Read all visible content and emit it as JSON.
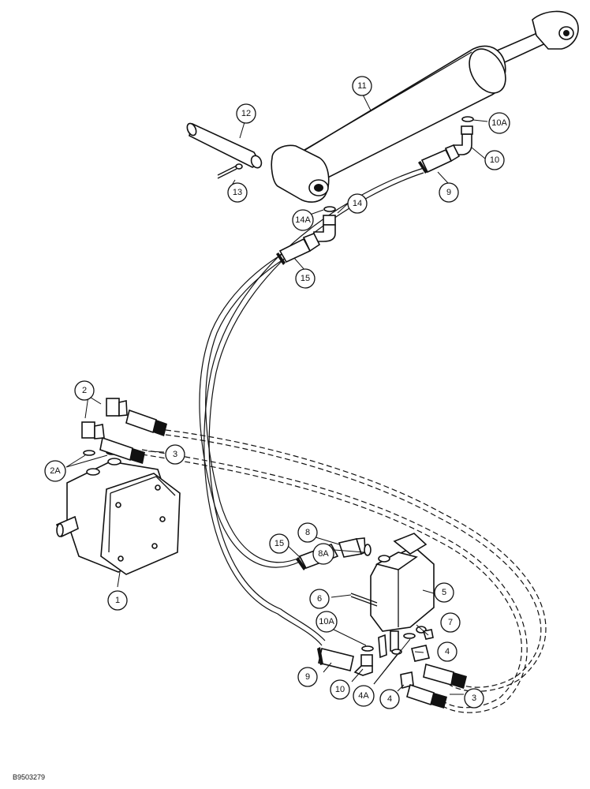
{
  "drawing_ref": "B9503279",
  "callouts": [
    "1",
    "2",
    "2A",
    "3",
    "3",
    "4",
    "4",
    "4A",
    "5",
    "6",
    "7",
    "8",
    "8A",
    "9",
    "9",
    "10",
    "10",
    "10A",
    "10A",
    "11",
    "12",
    "13",
    "14",
    "14A",
    "15",
    "15"
  ]
}
